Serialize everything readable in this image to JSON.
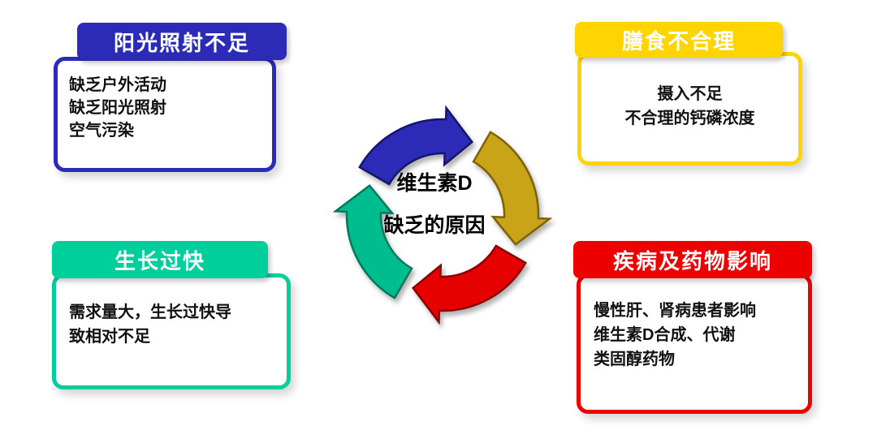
{
  "page": {
    "background": "#ffffff"
  },
  "center": {
    "line1": "维生素D",
    "line2": "缺乏的原因"
  },
  "boxes": {
    "sunlight": {
      "title": "阳光照射不足",
      "lines": [
        "缺乏户外活动",
        "缺乏阳光照射",
        "空气污染"
      ],
      "color": "#2b2bb8"
    },
    "diet": {
      "title": "膳食不合理",
      "lines": [
        "摄入不足",
        "不合理的钙磷浓度"
      ],
      "color": "#ffd400"
    },
    "growth": {
      "title": "生长过快",
      "lines": [
        "需求量大，生长过快导",
        "致相对不足"
      ],
      "color": "#00cf9b"
    },
    "disease": {
      "title": "疾病及药物影响",
      "lines": [
        "慢性肝、肾病患者影响",
        "维生素D合成、代谢",
        "类固醇药物"
      ],
      "color": "#ee0000"
    }
  },
  "cycle": {
    "arrow_colors": {
      "top": "#2b2bb8",
      "right": "#c9a318",
      "bottom": "#e60000",
      "left": "#00bd8f"
    }
  }
}
